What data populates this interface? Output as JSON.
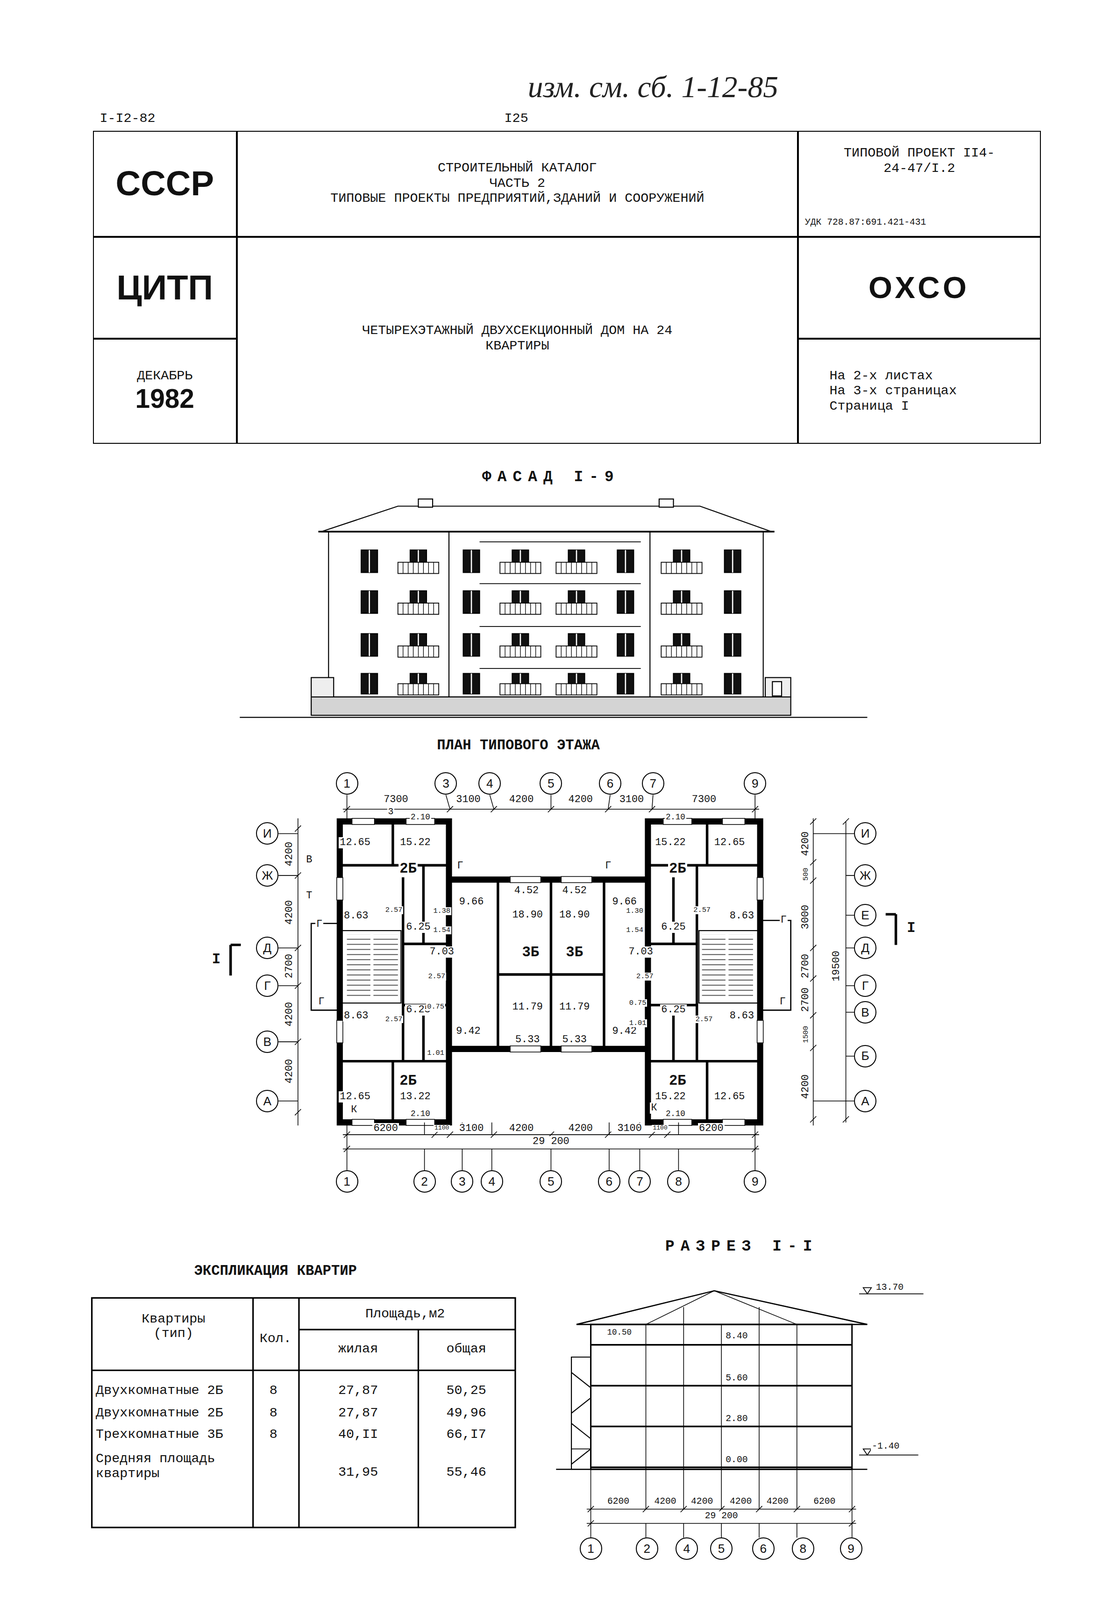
{
  "diagram": {
    "nodes": [
      {
        "text": [
          "СССР"
        ]
      },
      {
        "text": [
          "СТРОИТЕЛЬНЫЙ КАТАЛОГ",
          "ЧАСТЬ 2",
          "ТИПОВЫЕ ПРОЕКТЫ ПРЕДПРИЯТИЙ,ЗДАНИЙ И СООРУЖЕНИЙ"
        ]
      },
      {
        "text": [
          "ТИПОВОЙ ПРОЕКТ II4-24-47/I.2",
          "УДК 728.87:691.421-431"
        ]
      },
      {
        "text": [
          "ЦИТП"
        ]
      },
      {
        "text": [
          "ЧЕТЫРЕХЭТАЖНЫЙ ДВУХСЕКЦИОННЫЙ ДОМ НА 24 КВАРТИРЫ"
        ]
      },
      {
        "text": [
          "ОХСО"
        ]
      },
      {
        "text": [
          "ДЕКАБРЬ",
          "1982"
        ]
      },
      {
        "text": [
          "На 2-х листах",
          "На 3-х страницах",
          "Страница I"
        ]
      },
      {
        "text": [
          "1"
        ]
      },
      {
        "text": [
          "3"
        ]
      },
      {
        "text": [
          "4"
        ]
      },
      {
        "text": [
          "5"
        ]
      },
      {
        "text": [
          "6"
        ]
      },
      {
        "text": [
          "7"
        ]
      },
      {
        "text": [
          "9"
        ]
      },
      {
        "text": [
          "И"
        ]
      },
      {
        "text": [
          "Ж"
        ]
      },
      {
        "text": [
          "Д"
        ]
      },
      {
        "text": [
          "Г"
        ]
      },
      {
        "text": [
          "В"
        ]
      },
      {
        "text": [
          "А"
        ]
      },
      {
        "text": [
          "И"
        ]
      },
      {
        "text": [
          "Ж"
        ]
      },
      {
        "text": [
          "Е"
        ]
      },
      {
        "text": [
          "Д"
        ]
      },
      {
        "text": [
          "Г"
        ]
      },
      {
        "text": [
          "В"
        ]
      },
      {
        "text": [
          "Б"
        ]
      },
      {
        "text": [
          "А"
        ]
      },
      {
        "text": [
          "1"
        ]
      },
      {
        "text": [
          "2"
        ]
      },
      {
        "text": [
          "3"
        ]
      },
      {
        "text": [
          "4"
        ]
      },
      {
        "text": [
          "5"
        ]
      },
      {
        "text": [
          "6"
        ]
      },
      {
        "text": [
          "7"
        ]
      },
      {
        "text": [
          "8"
        ]
      },
      {
        "text": [
          "9"
        ]
      },
      {
        "text": [
          "1"
        ]
      },
      {
        "text": [
          "2"
        ]
      },
      {
        "text": [
          "4"
        ]
      },
      {
        "text": [
          "5"
        ]
      },
      {
        "text": [
          "6"
        ]
      },
      {
        "text": [
          "8"
        ]
      },
      {
        "text": [
          "9"
        ]
      }
    ],
    "labels": [
      "изм. см. сб. 1-12-85",
      "I-I2-82",
      "I25",
      "ФАСАД I-9",
      "ПЛАН ТИПОВОГО ЭТАЖА",
      "7300",
      "3100",
      "4200",
      "4200",
      "3100",
      "7300",
      "12.65",
      "15.22",
      "2.10",
      "2Б",
      "15.22",
      "12.65",
      "2.10",
      "2Б",
      "8.63",
      "2.57",
      "6.25",
      "1.38",
      "1.54",
      "9.66",
      "4.52",
      "4.52",
      "18.90",
      "18.90",
      "9.66",
      "1.30",
      "1.54",
      "6.25",
      "2.57",
      "8.63",
      "7.03",
      "3Б",
      "3Б",
      "7.03",
      "2.57",
      "2.57",
      "8.63",
      "2.57",
      "6.25",
      "0.75",
      "1.01",
      "9.42",
      "11.79",
      "11.79",
      "5.33",
      "5.33",
      "9.42",
      "0.75",
      "1.01",
      "6.25",
      "2.57",
      "8.63",
      "2Б",
      "2Б",
      "12.65",
      "13.22",
      "15.22",
      "12.65",
      "2.10",
      "2.10",
      "4200",
      "4200",
      "2700",
      "4200",
      "4200",
      "4200",
      "500",
      "3000",
      "2700",
      "2700",
      "1500",
      "4200",
      "19500",
      "6200",
      "1100",
      "3100",
      "4200",
      "4200",
      "3100",
      "1100",
      "6200",
      "29 200",
      "3",
      "В",
      "Т",
      "Г",
      "Г",
      "Г",
      "Г",
      "Г",
      "Г",
      "К",
      "К",
      "I",
      "I",
      "ЭКСПЛИКАЦИЯ КВАРТИР",
      "Квартиры (тип)",
      "Кол.",
      "Площадь,м2",
      "жилая",
      "общая",
      "Двухкомнатные 2Б",
      "8",
      "27,87",
      "50,25",
      "Двухкомнатные 2Б",
      "8",
      "27,87",
      "49,96",
      "Трехкомнатные 3Б",
      "8",
      "40,II",
      "66,I7",
      "Средняя площадь квартиры",
      "31,95",
      "55,46",
      "РАЗРЕЗ I-I",
      "13.70",
      "10.50",
      "8.40",
      "5.60",
      "2.80",
      "0.00",
      "-1.40",
      "6200",
      "4200",
      "4200",
      "4200",
      "4200",
      "6200",
      "29 200"
    ]
  }
}
